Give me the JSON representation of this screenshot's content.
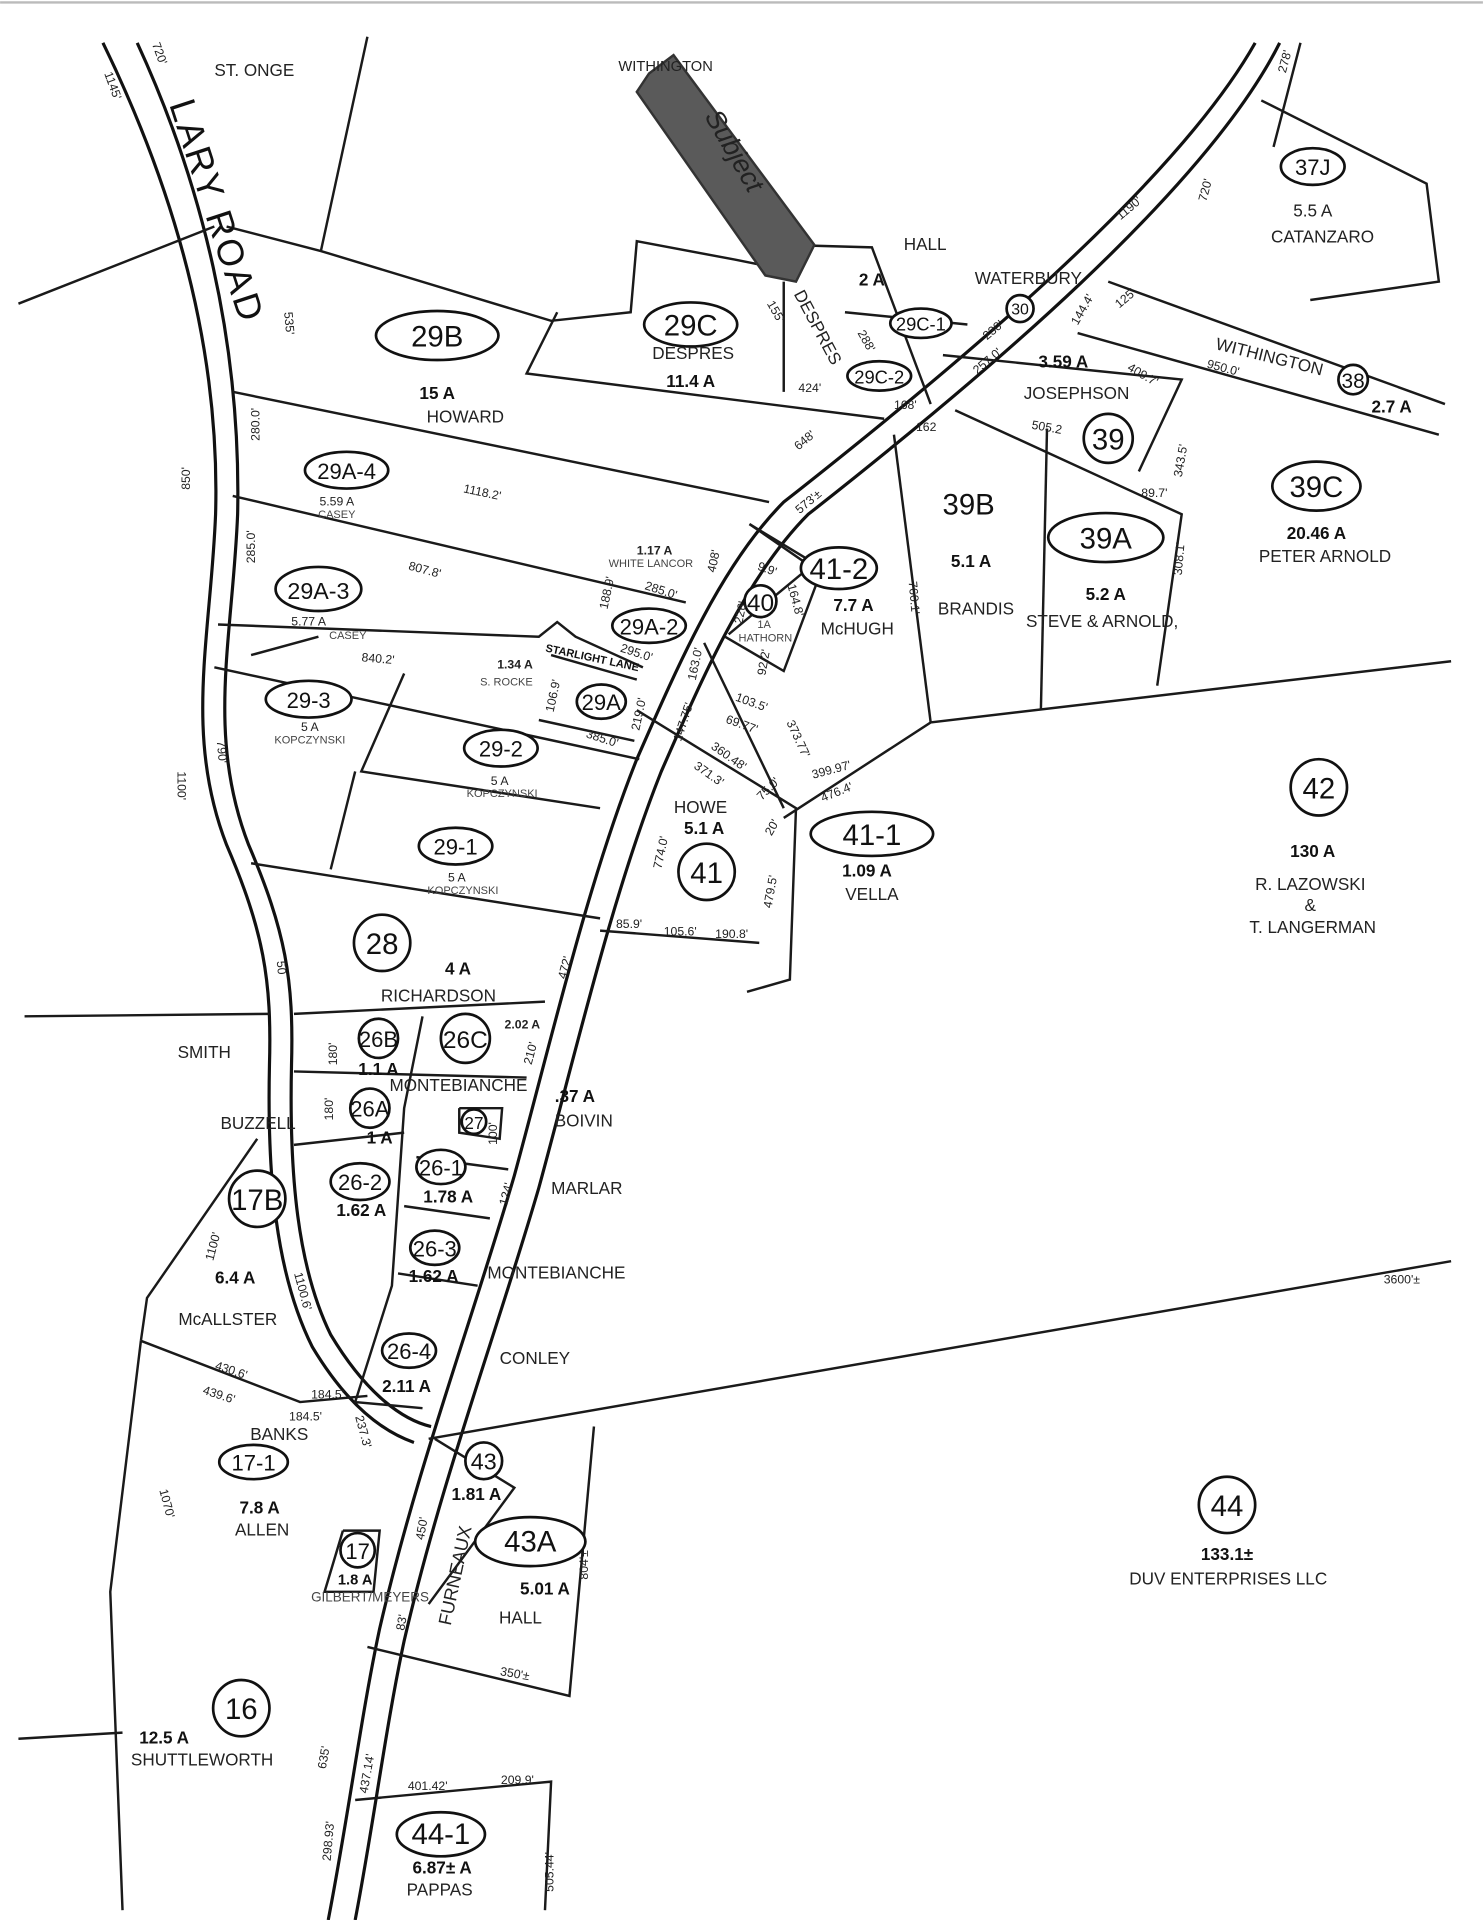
{
  "map": {
    "road_name": "LARY ROAD",
    "annotation": {
      "text": "Subject",
      "color": "#5a5a5a"
    },
    "neighbors": [
      "ST. ONGE",
      "WITHINGTON"
    ],
    "parcels": [
      {
        "id": "29B",
        "acres": "15 A",
        "owner": "HOWARD"
      },
      {
        "id": "29C",
        "acres": "11.4 A",
        "owner": "DESPRES"
      },
      {
        "id": "29C-1",
        "acres": "2 A",
        "owner": "HALL"
      },
      {
        "id": "29C-2",
        "acres": "",
        "owner": "DESPRES"
      },
      {
        "id": "30",
        "acres": "",
        "owner": "WATERBURY"
      },
      {
        "id": "37J",
        "acres": "5.5 A",
        "owner": "CATANZARO"
      },
      {
        "id": "38",
        "acres": "2.7 A",
        "owner": "WITHINGTON"
      },
      {
        "id": "39",
        "acres": "3.59 A",
        "owner": "JOSEPHSON"
      },
      {
        "id": "39B",
        "acres": "5.1 A",
        "owner": "BRANDIS"
      },
      {
        "id": "39A",
        "acres": "5.2 A",
        "owner": "STEVE & ARNOLD,"
      },
      {
        "id": "39C",
        "acres": "20.46 A",
        "owner": "PETER ARNOLD"
      },
      {
        "id": "41-2",
        "acres": "7.7 A",
        "owner": "McHUGH"
      },
      {
        "id": "40",
        "acres": "1A",
        "owner": "HATHORN"
      },
      {
        "id": "29A-4",
        "acres": "5.59 A",
        "owner": "CASEY"
      },
      {
        "id": "29A-3",
        "acres": "5.77 A",
        "owner": "CASEY"
      },
      {
        "id": "29A-2",
        "acres": "1.17 A",
        "owner": "WHITE LANCOR"
      },
      {
        "id": "29A",
        "acres": "1.34 A",
        "owner": "S. ROCKE"
      },
      {
        "id": "29-3",
        "acres": "5 A",
        "owner": "KOPCZYNSKI"
      },
      {
        "id": "29-2",
        "acres": "5 A",
        "owner": "KOPCZYNSKI"
      },
      {
        "id": "29-1",
        "acres": "5 A",
        "owner": "KOPCZYNSKI"
      },
      {
        "id": "41",
        "acres": "5.1 A",
        "owner": "HOWE"
      },
      {
        "id": "41-1",
        "acres": "1.09 A",
        "owner": "VELLA"
      },
      {
        "id": "42",
        "acres": "130 A",
        "owner": "R. LAZOWSKI",
        "owner2": "&",
        "owner3": "T. LANGERMAN"
      },
      {
        "id": "28",
        "acres": "4 A",
        "owner": "RICHARDSON"
      },
      {
        "id": "26B",
        "acres": "1.1 A",
        "owner": "SMITH"
      },
      {
        "id": "26C",
        "acres": "2.02 A",
        "owner": "MONTEBIANCHE"
      },
      {
        "id": "26A",
        "acres": "1 A",
        "owner": "BUZZELL"
      },
      {
        "id": "27",
        "acres": ".37 A",
        "owner": "BOIVIN"
      },
      {
        "id": "26-1",
        "acres": "1.78 A",
        "owner": "MARLAR"
      },
      {
        "id": "26-2",
        "acres": "1.62 A",
        "owner": ""
      },
      {
        "id": "17B",
        "acres": "6.4 A",
        "owner": "McALLSTER"
      },
      {
        "id": "26-3",
        "acres": "1.62 A",
        "owner": "MONTEBIANCHE"
      },
      {
        "id": "26-4",
        "acres": "2.11 A",
        "owner": "CONLEY"
      },
      {
        "id": "17-1",
        "acres": "7.8 A",
        "owner": "ALLEN",
        "owner2": "BANKS"
      },
      {
        "id": "43",
        "acres": "1.81 A",
        "owner": "FURNEAUX"
      },
      {
        "id": "43A",
        "acres": "5.01 A",
        "owner": "HALL"
      },
      {
        "id": "17",
        "acres": "1.8 A",
        "owner": "GILBERT/MEYERS"
      },
      {
        "id": "16",
        "acres": "12.5 A",
        "owner": "SHUTTLEWORTH"
      },
      {
        "id": "44",
        "acres": "133.1±",
        "owner": "DUV ENTERPRISES LLC"
      },
      {
        "id": "44-1",
        "acres": "6.87± A",
        "owner": "PAPPAS"
      }
    ],
    "street_label": "STARLIGHT LANE",
    "dimensions": [
      "1145'",
      "720'",
      "535'",
      "850'",
      "1100'",
      "790'",
      "280.0'",
      "285.0'",
      "1118.2'",
      "807.8'",
      "840.2'",
      "648'",
      "573'±",
      "408'",
      "285.0'",
      "295.0'",
      "163.0'",
      "188.9'",
      "106.9'",
      "219.0'",
      "385.0'",
      "226'",
      "9.9'",
      "164.8'",
      "92.2'",
      "103.5'",
      "69.77'",
      "147.75'",
      "373.77'",
      "360.48'",
      "371.3'",
      "75.0'",
      "399.97'",
      "476.4'",
      "20'",
      "774.0'",
      "479.5'",
      "85.9'",
      "105.6'",
      "190.8'",
      "760.1'",
      "308.1'",
      "89.7'",
      "343.5'",
      "505.2",
      "409.7'",
      "257.0'",
      "950.0'",
      "144.4'",
      "125'",
      "230'",
      "162",
      "168'",
      "424'",
      "155'",
      "288'",
      "1190'",
      "720'",
      "278'",
      "180'",
      "180'",
      "50",
      "1100'",
      "1100.6'",
      "439.6'",
      "430.6'",
      "184.5'",
      "184.5'",
      "237.3'",
      "1070'",
      "450'",
      "83'",
      "804'±",
      "350'±",
      "635'",
      "437.14'",
      "401.42'",
      "209.9'",
      "298.93'",
      "505.44'",
      "3600'±",
      "472'",
      "210'",
      "124'",
      "100'"
    ]
  }
}
